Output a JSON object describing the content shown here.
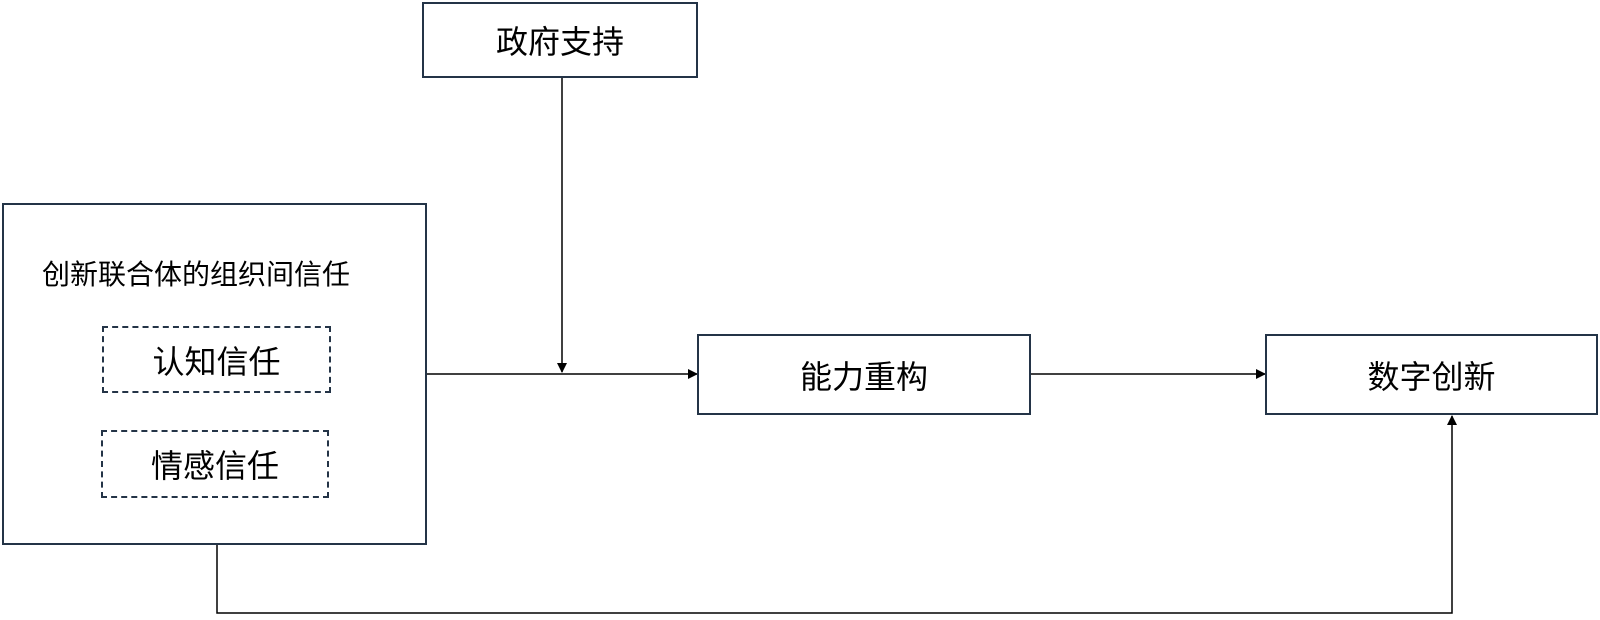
{
  "nodes": {
    "government_support": "政府支持",
    "trust_group_title": "创新联合体的组织间信任",
    "cognitive_trust": "认知信任",
    "affective_trust": "情感信任",
    "capability_reconstruction": "能力重构",
    "digital_innovation": "数字创新"
  },
  "colors": {
    "box_border": "#243447",
    "line": "#000000",
    "text": "#000000"
  }
}
